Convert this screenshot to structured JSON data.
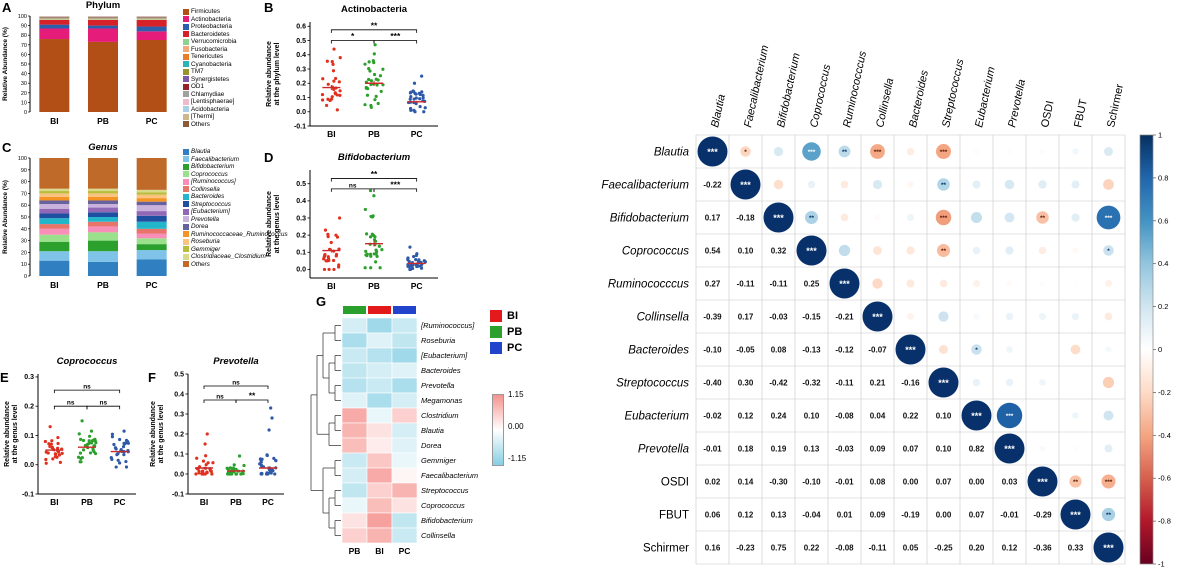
{
  "chart_data": {
    "panelA": {
      "label": "A",
      "type": "bar",
      "title": "Phylum",
      "ylabel": "Relative Abundance (%)",
      "categories": [
        "BI",
        "PB",
        "PC"
      ],
      "yticks": [
        0,
        10,
        20,
        30,
        40,
        50,
        60,
        70,
        80,
        90,
        100
      ],
      "ylim": [
        0,
        100
      ],
      "taxa": [
        {
          "name": "Firmicutes",
          "color": "#b24f16",
          "values": [
            76,
            73,
            75
          ]
        },
        {
          "name": "Actinobacteria",
          "color": "#e61c7a",
          "values": [
            11,
            14,
            9
          ]
        },
        {
          "name": "Proteobacteria",
          "color": "#2b5fac",
          "values": [
            4,
            3,
            5
          ]
        },
        {
          "name": "Bacteroidetes",
          "color": "#d62128",
          "values": [
            5,
            6,
            7
          ]
        },
        {
          "name": "Verrucomicrobia",
          "color": "#8fd18f",
          "values": [
            0.6,
            0.6,
            0.6
          ]
        },
        {
          "name": "Fusobacteria",
          "color": "#f2a97c",
          "values": [
            0.5,
            0.5,
            0.5
          ]
        },
        {
          "name": "Tenericutes",
          "color": "#e97e26",
          "values": [
            0.5,
            0.5,
            0.5
          ]
        },
        {
          "name": "Cyanobacteria",
          "color": "#2fb3b3",
          "values": [
            0.4,
            0.4,
            0.4
          ]
        },
        {
          "name": "TM7",
          "color": "#97942b",
          "values": [
            0.4,
            0.4,
            0.4
          ]
        },
        {
          "name": "Synergistetes",
          "color": "#7d5aa8",
          "values": [
            0.3,
            0.3,
            0.3
          ]
        },
        {
          "name": "OD1",
          "color": "#96222c",
          "values": [
            0.3,
            0.3,
            0.3
          ]
        },
        {
          "name": "Chlamydiae",
          "color": "#a0a0a0",
          "values": [
            0.25,
            0.25,
            0.25
          ]
        },
        {
          "name": "[Lentisphaerae]",
          "color": "#f0b8cb",
          "values": [
            0.25,
            0.25,
            0.25
          ]
        },
        {
          "name": "Acidobacteria",
          "color": "#a9cfe8",
          "values": [
            0.2,
            0.2,
            0.2
          ]
        },
        {
          "name": "[Thermi]",
          "color": "#cbb68d",
          "values": [
            0.2,
            0.2,
            0.2
          ]
        },
        {
          "name": "Others",
          "color": "#8a5a3b",
          "values": [
            0.1,
            0.1,
            0.1
          ]
        }
      ]
    },
    "panelC": {
      "label": "C",
      "type": "bar",
      "title": "Genus",
      "ylabel": "Relative Abundance (%)",
      "categories": [
        "BI",
        "PB",
        "PC"
      ],
      "yticks": [
        0,
        10,
        20,
        30,
        40,
        50,
        60,
        70,
        80,
        90,
        100
      ],
      "ylim": [
        0,
        100
      ],
      "taxa": [
        {
          "name": "Blautia",
          "color": "#2f7fc1",
          "values": [
            13,
            12,
            14
          ]
        },
        {
          "name": "Faecalibacterium",
          "color": "#7fc4e8",
          "values": [
            8,
            9,
            8
          ]
        },
        {
          "name": "Bifidobacterium",
          "color": "#2ca02c",
          "values": [
            8,
            9,
            5
          ]
        },
        {
          "name": "Coprococcus",
          "color": "#9be08a",
          "values": [
            6,
            7,
            5
          ]
        },
        {
          "name": "[Ruminococcus]",
          "color": "#f78fb8",
          "values": [
            5,
            5,
            4
          ]
        },
        {
          "name": "Collinsella",
          "color": "#e8746a",
          "values": [
            4,
            4,
            4
          ]
        },
        {
          "name": "Bacteroides",
          "color": "#23b5c9",
          "values": [
            5,
            4,
            6
          ]
        },
        {
          "name": "Streptococcus",
          "color": "#1f4fa0",
          "values": [
            4,
            4,
            5
          ]
        },
        {
          "name": "[Eubacterium]",
          "color": "#9168b5",
          "values": [
            4,
            4,
            4
          ]
        },
        {
          "name": "Prevotella",
          "color": "#c9b3dd",
          "values": [
            4,
            3,
            5
          ]
        },
        {
          "name": "Dorea",
          "color": "#66629e",
          "values": [
            3,
            3,
            3
          ]
        },
        {
          "name": "Ruminococcaceae_Ruminococcus",
          "color": "#f59422",
          "values": [
            3,
            3,
            3
          ]
        },
        {
          "name": "Roseburia",
          "color": "#fbc380",
          "values": [
            3,
            3,
            3
          ]
        },
        {
          "name": "Gemmiger",
          "color": "#b8bd3c",
          "values": [
            2,
            2,
            2
          ]
        },
        {
          "name": "Clostridiaceae_Clostridium",
          "color": "#d9d98a",
          "values": [
            2,
            2,
            2
          ]
        },
        {
          "name": "Others",
          "color": "#c06a2a",
          "values": [
            26,
            26,
            27
          ]
        }
      ]
    },
    "panelB": {
      "label": "B",
      "type": "scatter",
      "title": "Actinobacteria",
      "title_italic": false,
      "ylabel1": "Relative abundance",
      "ylabel2": "at the phylum level",
      "categories": [
        "BI",
        "PB",
        "PC"
      ],
      "ylim": [
        -0.1,
        0.63
      ],
      "yticks": [
        -0.1,
        0,
        0.1,
        0.2,
        0.3,
        0.4,
        0.5,
        0.6
      ],
      "seed": 7,
      "groups": [
        {
          "n": 26,
          "mean": 0.17,
          "sd": 0.09,
          "min": 0.01,
          "max": 0.38,
          "extra": [
            0.44
          ]
        },
        {
          "n": 30,
          "mean": 0.2,
          "sd": 0.1,
          "min": 0.02,
          "max": 0.45,
          "extra": [
            0.47
          ]
        },
        {
          "n": 30,
          "mean": 0.07,
          "sd": 0.04,
          "min": 0.0,
          "max": 0.16,
          "extra": [
            0.2,
            0.25
          ]
        }
      ],
      "comparisons": [
        {
          "a": 0,
          "b": 1,
          "label": "*",
          "y": 0.5
        },
        {
          "a": 1,
          "b": 2,
          "label": "***",
          "y": 0.5
        },
        {
          "a": 0,
          "b": 2,
          "label": "**",
          "y": 0.575
        }
      ]
    },
    "panelD": {
      "label": "D",
      "type": "scatter",
      "title": "Bifidobacterium",
      "title_italic": true,
      "ylabel1": "Relative abundance",
      "ylabel2": "at the genus level",
      "categories": [
        "BI",
        "PB",
        "PC"
      ],
      "ylim": [
        -0.05,
        0.58
      ],
      "yticks": [
        0,
        0.1,
        0.2,
        0.3,
        0.4,
        0.5
      ],
      "seed": 13,
      "groups": [
        {
          "n": 26,
          "mean": 0.11,
          "sd": 0.06,
          "min": 0.0,
          "max": 0.27,
          "extra": [
            0.3
          ]
        },
        {
          "n": 30,
          "mean": 0.15,
          "sd": 0.09,
          "min": 0.01,
          "max": 0.35,
          "extra": [
            0.43,
            0.46
          ]
        },
        {
          "n": 30,
          "mean": 0.035,
          "sd": 0.025,
          "min": 0.0,
          "max": 0.1,
          "extra": [
            0.13
          ]
        }
      ],
      "comparisons": [
        {
          "a": 0,
          "b": 1,
          "label": "ns",
          "y": 0.47
        },
        {
          "a": 1,
          "b": 2,
          "label": "***",
          "y": 0.47
        },
        {
          "a": 0,
          "b": 2,
          "label": "**",
          "y": 0.53
        }
      ]
    },
    "panelE": {
      "label": "E",
      "type": "scatter",
      "title": "Coprococcus",
      "title_italic": true,
      "ylabel1": "Relative abundance",
      "ylabel2": "at the genus level",
      "categories": [
        "BI",
        "PB",
        "PC"
      ],
      "ylim": [
        -0.1,
        0.31
      ],
      "yticks": [
        -0.1,
        0,
        0.1,
        0.2,
        0.3
      ],
      "seed": 21,
      "groups": [
        {
          "n": 26,
          "mean": 0.05,
          "sd": 0.025,
          "min": 0.005,
          "max": 0.11,
          "extra": [
            0.13
          ]
        },
        {
          "n": 30,
          "mean": 0.06,
          "sd": 0.03,
          "min": 0.01,
          "max": 0.13,
          "extra": [
            0.15
          ]
        },
        {
          "n": 30,
          "mean": 0.045,
          "sd": 0.03,
          "min": -0.01,
          "max": 0.12,
          "extra": []
        }
      ],
      "comparisons": [
        {
          "a": 0,
          "b": 1,
          "label": "ns",
          "y": 0.2
        },
        {
          "a": 1,
          "b": 2,
          "label": "ns",
          "y": 0.2
        },
        {
          "a": 0,
          "b": 2,
          "label": "ns",
          "y": 0.255
        }
      ]
    },
    "panelF": {
      "label": "F",
      "type": "scatter",
      "title": "Prevotella",
      "title_italic": true,
      "ylabel1": "Relative abundance",
      "ylabel2": "at the genus level",
      "categories": [
        "BI",
        "PB",
        "PC"
      ],
      "ylim": [
        -0.1,
        0.5
      ],
      "yticks": [
        -0.1,
        0,
        0.1,
        0.2,
        0.3,
        0.4,
        0.5
      ],
      "seed": 29,
      "groups": [
        {
          "n": 26,
          "mean": 0.03,
          "sd": 0.03,
          "min": 0.0,
          "max": 0.1,
          "extra": [
            0.15,
            0.2
          ]
        },
        {
          "n": 30,
          "mean": 0.015,
          "sd": 0.015,
          "min": 0.0,
          "max": 0.06,
          "extra": [
            0.09
          ]
        },
        {
          "n": 30,
          "mean": 0.03,
          "sd": 0.04,
          "min": 0.0,
          "max": 0.14,
          "extra": [
            0.22,
            0.28,
            0.33
          ]
        }
      ],
      "comparisons": [
        {
          "a": 0,
          "b": 1,
          "label": "ns",
          "y": 0.37
        },
        {
          "a": 1,
          "b": 2,
          "label": "**",
          "y": 0.37
        },
        {
          "a": 0,
          "b": 2,
          "label": "ns",
          "y": 0.44
        }
      ]
    },
    "panelG": {
      "label": "G",
      "type": "heatmap",
      "columns": [
        "PB",
        "BI",
        "PC"
      ],
      "column_strip_colors": [
        "#2ca02c",
        "#e31a1c",
        "#2244cc"
      ],
      "rows": [
        "[Ruminococcus]",
        "Roseburia",
        "[Eubacterium]",
        "Bacteroides",
        "Prevotella",
        "Megamonas",
        "Clostridium",
        "Blautia",
        "Dorea",
        "Gemmiger",
        "Faecalibacterium",
        "Streptococcus",
        "Coprococcus",
        "Bifidobacterium",
        "Collinsella"
      ],
      "values": [
        [
          -0.4,
          -0.9,
          -0.5
        ],
        [
          -0.8,
          -0.3,
          -0.6
        ],
        [
          -0.5,
          -0.7,
          -0.9
        ],
        [
          -0.6,
          -0.4,
          -0.3
        ],
        [
          -0.7,
          -0.5,
          -0.8
        ],
        [
          -0.3,
          -0.8,
          -0.4
        ],
        [
          0.9,
          -0.2,
          0.5
        ],
        [
          0.8,
          0.3,
          -0.4
        ],
        [
          0.7,
          0.2,
          -0.3
        ],
        [
          -0.5,
          0.6,
          -0.2
        ],
        [
          -0.4,
          0.9,
          0.1
        ],
        [
          -0.6,
          0.5,
          0.8
        ],
        [
          -0.2,
          0.7,
          0.3
        ],
        [
          0.3,
          1.0,
          -0.6
        ],
        [
          0.5,
          0.8,
          -0.5
        ]
      ],
      "scale_max": 1.15,
      "scale_labels": [
        "1.15",
        "0.00",
        "-1.15"
      ],
      "scale_color_high": "#f5938e",
      "scale_color_low": "#86cfe3",
      "groups": [
        {
          "label": "BI",
          "color": "#e31a1c"
        },
        {
          "label": "PB",
          "color": "#2ca02c"
        },
        {
          "label": "PC",
          "color": "#2244cc"
        }
      ],
      "dendrogram": [
        [
          [
            [
              0,
              1
            ],
            [
              [
                2,
                3
              ],
              [
                4,
                5
              ]
            ]
          ],
          [
            [
              6,
              7
            ],
            8
          ]
        ],
        [
          [
            9,
            10
          ],
          [
            [
              11,
              12
            ],
            [
              13,
              14
            ]
          ]
        ]
      ]
    },
    "corr": {
      "type": "heatmap",
      "labels": [
        "Blautia",
        "Faecalibacterium",
        "Bifidobacterium",
        "Coprococcus",
        "Ruminococccus",
        "Collinsella",
        "Bacteroides",
        "Streptococcus",
        "Eubacterium",
        "Prevotella",
        "OSDI",
        "FBUT",
        "Schirmer"
      ],
      "italic_flags": [
        true,
        true,
        true,
        true,
        true,
        true,
        true,
        true,
        true,
        true,
        false,
        false,
        false
      ],
      "lower": [
        [],
        [
          -0.22
        ],
        [
          0.17,
          -0.18
        ],
        [
          0.54,
          0.1,
          0.32
        ],
        [
          0.27,
          -0.11,
          -0.11,
          0.25
        ],
        [
          -0.39,
          0.17,
          -0.03,
          -0.15,
          -0.21
        ],
        [
          -0.1,
          -0.05,
          0.08,
          -0.13,
          -0.12,
          -0.07
        ],
        [
          -0.4,
          0.3,
          -0.42,
          -0.32,
          -0.11,
          0.21,
          -0.16
        ],
        [
          -0.02,
          0.12,
          0.24,
          0.1,
          -0.08,
          0.04,
          0.22,
          0.1
        ],
        [
          -0.01,
          0.18,
          0.19,
          0.13,
          -0.03,
          0.09,
          0.07,
          0.1,
          0.82
        ],
        [
          0.02,
          0.14,
          -0.3,
          -0.1,
          -0.01,
          0.08,
          0.0,
          0.07,
          0.0,
          0.03
        ],
        [
          0.06,
          0.12,
          0.13,
          -0.04,
          0.01,
          0.09,
          -0.19,
          0.0,
          0.07,
          -0.01,
          -0.29
        ],
        [
          0.16,
          -0.23,
          0.75,
          0.22,
          -0.08,
          -0.11,
          0.05,
          -0.25,
          0.2,
          0.12,
          -0.36,
          0.33
        ]
      ],
      "diag_label": "***",
      "sig": [
        {
          "i": 0,
          "j": 1,
          "s": "*"
        },
        {
          "i": 0,
          "j": 3,
          "s": "***"
        },
        {
          "i": 0,
          "j": 4,
          "s": "**"
        },
        {
          "i": 0,
          "j": 5,
          "s": "***"
        },
        {
          "i": 0,
          "j": 7,
          "s": "***"
        },
        {
          "i": 1,
          "j": 7,
          "s": "**"
        },
        {
          "i": 2,
          "j": 3,
          "s": "**"
        },
        {
          "i": 2,
          "j": 7,
          "s": "***"
        },
        {
          "i": 2,
          "j": 10,
          "s": "**"
        },
        {
          "i": 2,
          "j": 12,
          "s": "***"
        },
        {
          "i": 3,
          "j": 7,
          "s": "**"
        },
        {
          "i": 3,
          "j": 12,
          "s": "*"
        },
        {
          "i": 6,
          "j": 8,
          "s": "*"
        },
        {
          "i": 8,
          "j": 9,
          "s": "***"
        },
        {
          "i": 10,
          "j": 11,
          "s": "**"
        },
        {
          "i": 10,
          "j": 12,
          "s": "***"
        },
        {
          "i": 11,
          "j": 12,
          "s": "**"
        }
      ],
      "colorbar_ticks": [
        "1",
        "0.8",
        "0.6",
        "0.4",
        "0.2",
        "0",
        "-0.2",
        "-0.4",
        "-0.6",
        "-0.8",
        "-1"
      ]
    }
  },
  "colors": {
    "group_bi": "#e0301e",
    "group_pb": "#2ca02c",
    "group_pc": "#2e59a8",
    "mean_line": "#cc2a2a"
  }
}
